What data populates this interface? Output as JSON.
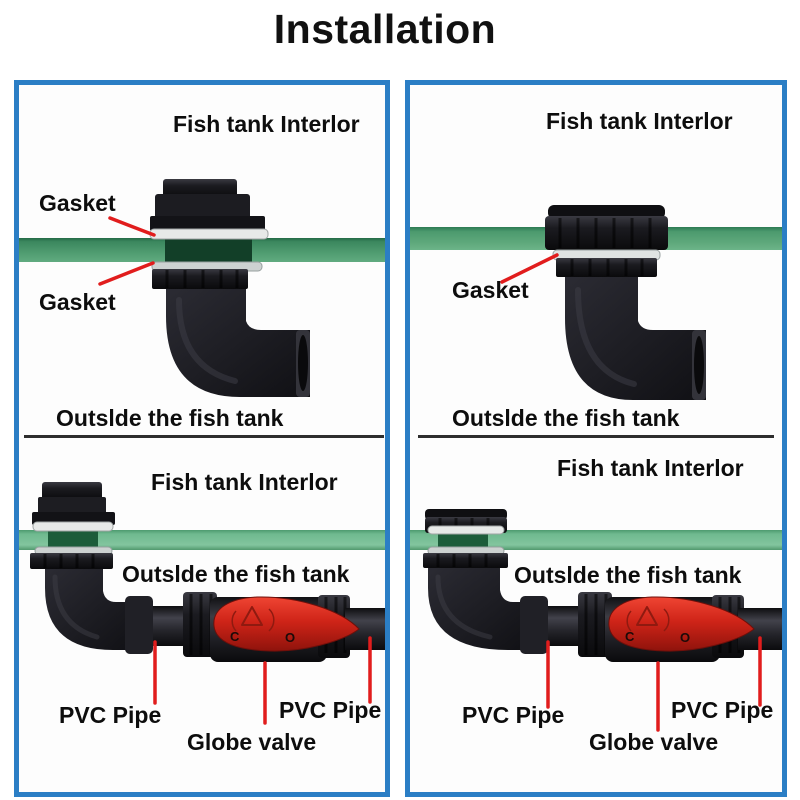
{
  "title": "Installation",
  "colors": {
    "border_blue": "#2b7ec5",
    "glass_green": "#4f9c70",
    "handle_red": "#cf2418",
    "annotation_red": "#e11d1d",
    "fitting_black": "#1a1a1f"
  },
  "panels": {
    "left": {
      "top": {
        "interior": "Fish tank Interlor",
        "gasket_upper": "Gasket",
        "gasket_lower": "Gasket",
        "outside": "Outslde the fish tank"
      },
      "bottom": {
        "interior": "Fish tank Interlor",
        "outside": "Outslde the fish tank",
        "pvc_left": "PVC Pipe",
        "globe_valve": "Globe valve",
        "pvc_right": "PVC Pipe",
        "valve_c": "C",
        "valve_o": "O"
      }
    },
    "right": {
      "top": {
        "interior": "Fish tank Interlor",
        "gasket": "Gasket",
        "outside": "Outslde the fish tank"
      },
      "bottom": {
        "interior": "Fish tank Interlor",
        "outside": "Outslde the fish tank",
        "pvc_left": "PVC Pipe",
        "globe_valve": "Globe valve",
        "pvc_right": "PVC Pipe",
        "valve_c": "C",
        "valve_o": "O"
      }
    }
  }
}
